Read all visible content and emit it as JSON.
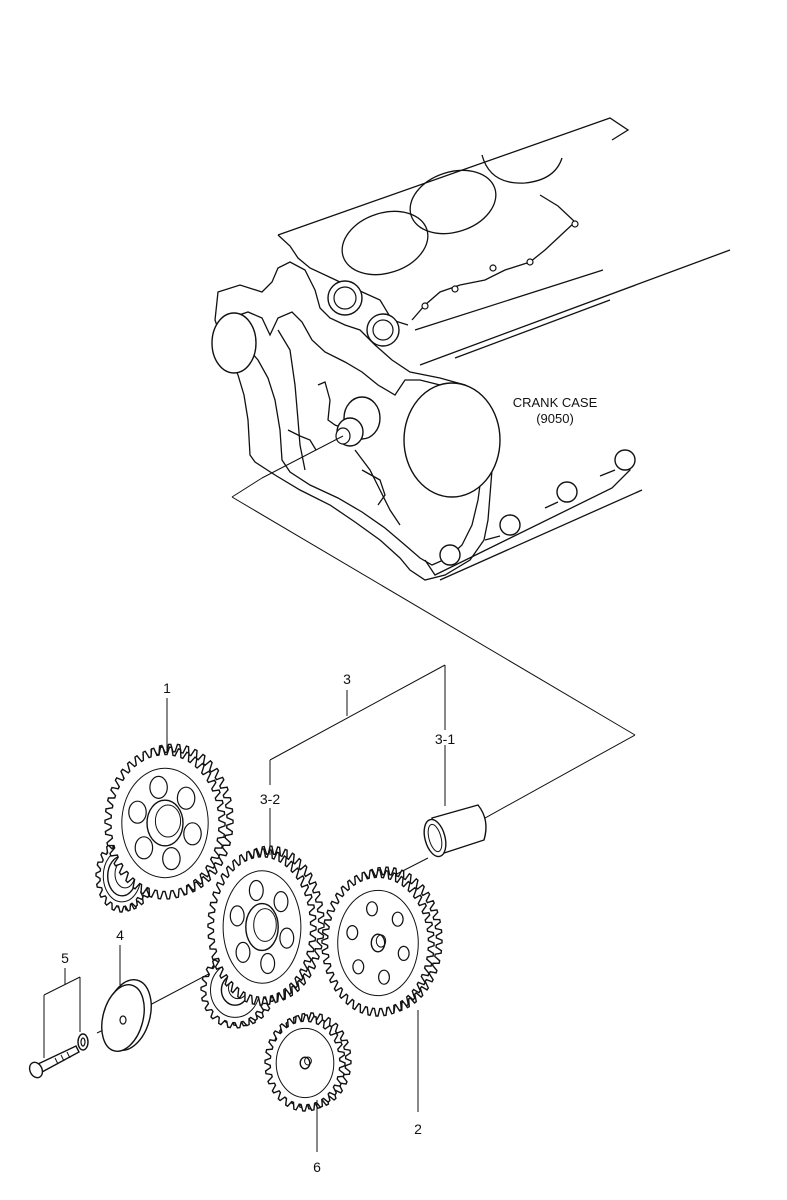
{
  "labels": {
    "crank_case": "CRANK CASE",
    "crank_case_code": "(9050)",
    "p1": "1",
    "p2": "2",
    "p3": "3",
    "p3_1": "3-1",
    "p3_2": "3-2",
    "p4": "4",
    "p5": "5",
    "p6": "6"
  }
}
